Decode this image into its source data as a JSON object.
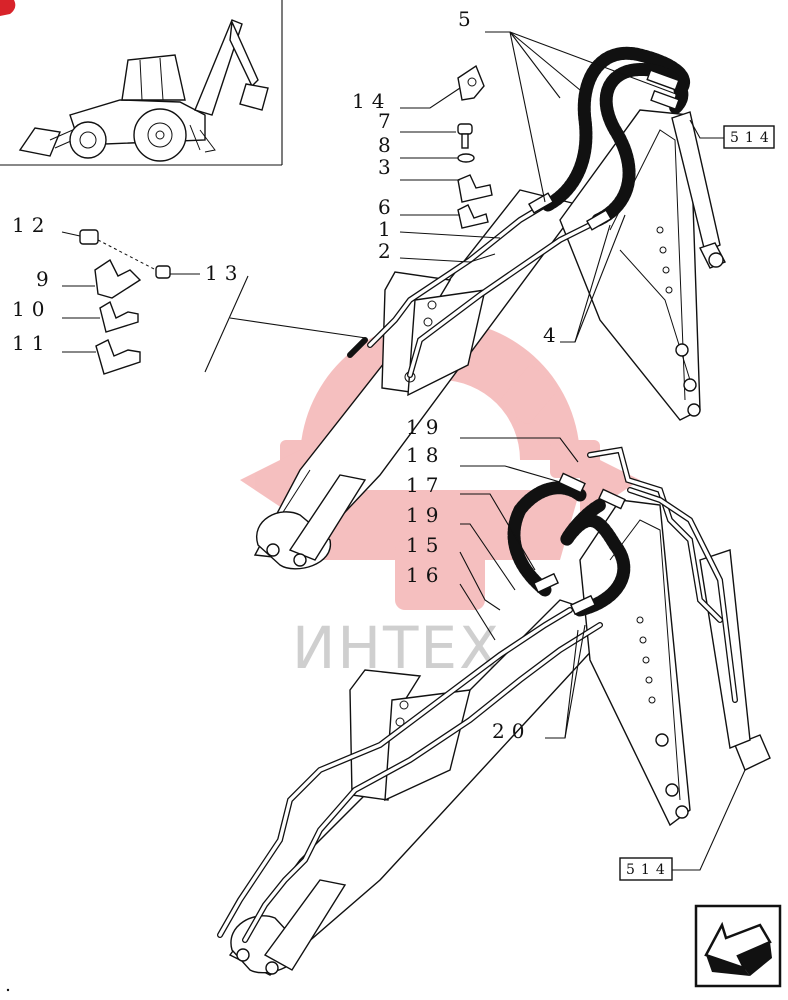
{
  "watermark": {
    "text": "ИНТЕХ",
    "color": "#e23a3a"
  },
  "labels": [
    {
      "id": "5",
      "text": "5"
    },
    {
      "id": "14",
      "text": "14"
    },
    {
      "id": "7",
      "text": "7"
    },
    {
      "id": "8",
      "text": "8"
    },
    {
      "id": "3",
      "text": "3"
    },
    {
      "id": "6",
      "text": "6"
    },
    {
      "id": "1",
      "text": "1"
    },
    {
      "id": "2",
      "text": "2"
    },
    {
      "id": "12",
      "text": "12"
    },
    {
      "id": "13",
      "text": "13"
    },
    {
      "id": "9",
      "text": "9"
    },
    {
      "id": "10",
      "text": "10"
    },
    {
      "id": "11",
      "text": "11"
    },
    {
      "id": "4",
      "text": "4"
    },
    {
      "id": "19a",
      "text": "19"
    },
    {
      "id": "18",
      "text": "18"
    },
    {
      "id": "17",
      "text": "17"
    },
    {
      "id": "19b",
      "text": "19"
    },
    {
      "id": "15",
      "text": "15"
    },
    {
      "id": "16",
      "text": "16"
    },
    {
      "id": "20",
      "text": "20"
    }
  ],
  "ref_boxes": [
    {
      "id": "ref-top",
      "text": "514"
    },
    {
      "id": "ref-bottom",
      "text": "514"
    }
  ],
  "icons": [
    "tractor-loader-backhoe-thumbnail",
    "next-page-arrow-icon",
    "corner-marker-icon"
  ]
}
